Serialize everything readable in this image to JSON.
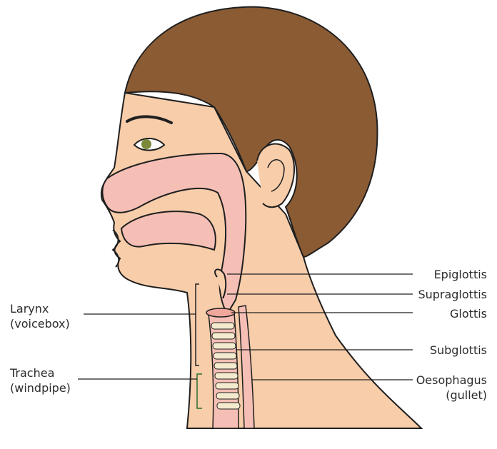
{
  "labels": {
    "larynx": "Larynx",
    "larynx_sub": "(voicebox)",
    "trachea": "Trachea",
    "trachea_sub": "(windpipe)",
    "epiglottis": "Epiglottis",
    "supraglottis": "Supraglottis",
    "glottis": "Glottis",
    "subglottis": "Subglottis",
    "oesophagus": "Oesophagus",
    "oesophagus_sub": "(gullet)"
  },
  "colors": {
    "skin": "#f7cdaa",
    "skin_shadow": "#eebb96",
    "hair": "#8b5b34",
    "airway": "#f5bfb6",
    "outline": "#1f1f1f",
    "trachea_bracket": "#2e6b2e",
    "ring": "#f4ebcf"
  },
  "icons": {
    "head": "head-profile-illustration"
  }
}
